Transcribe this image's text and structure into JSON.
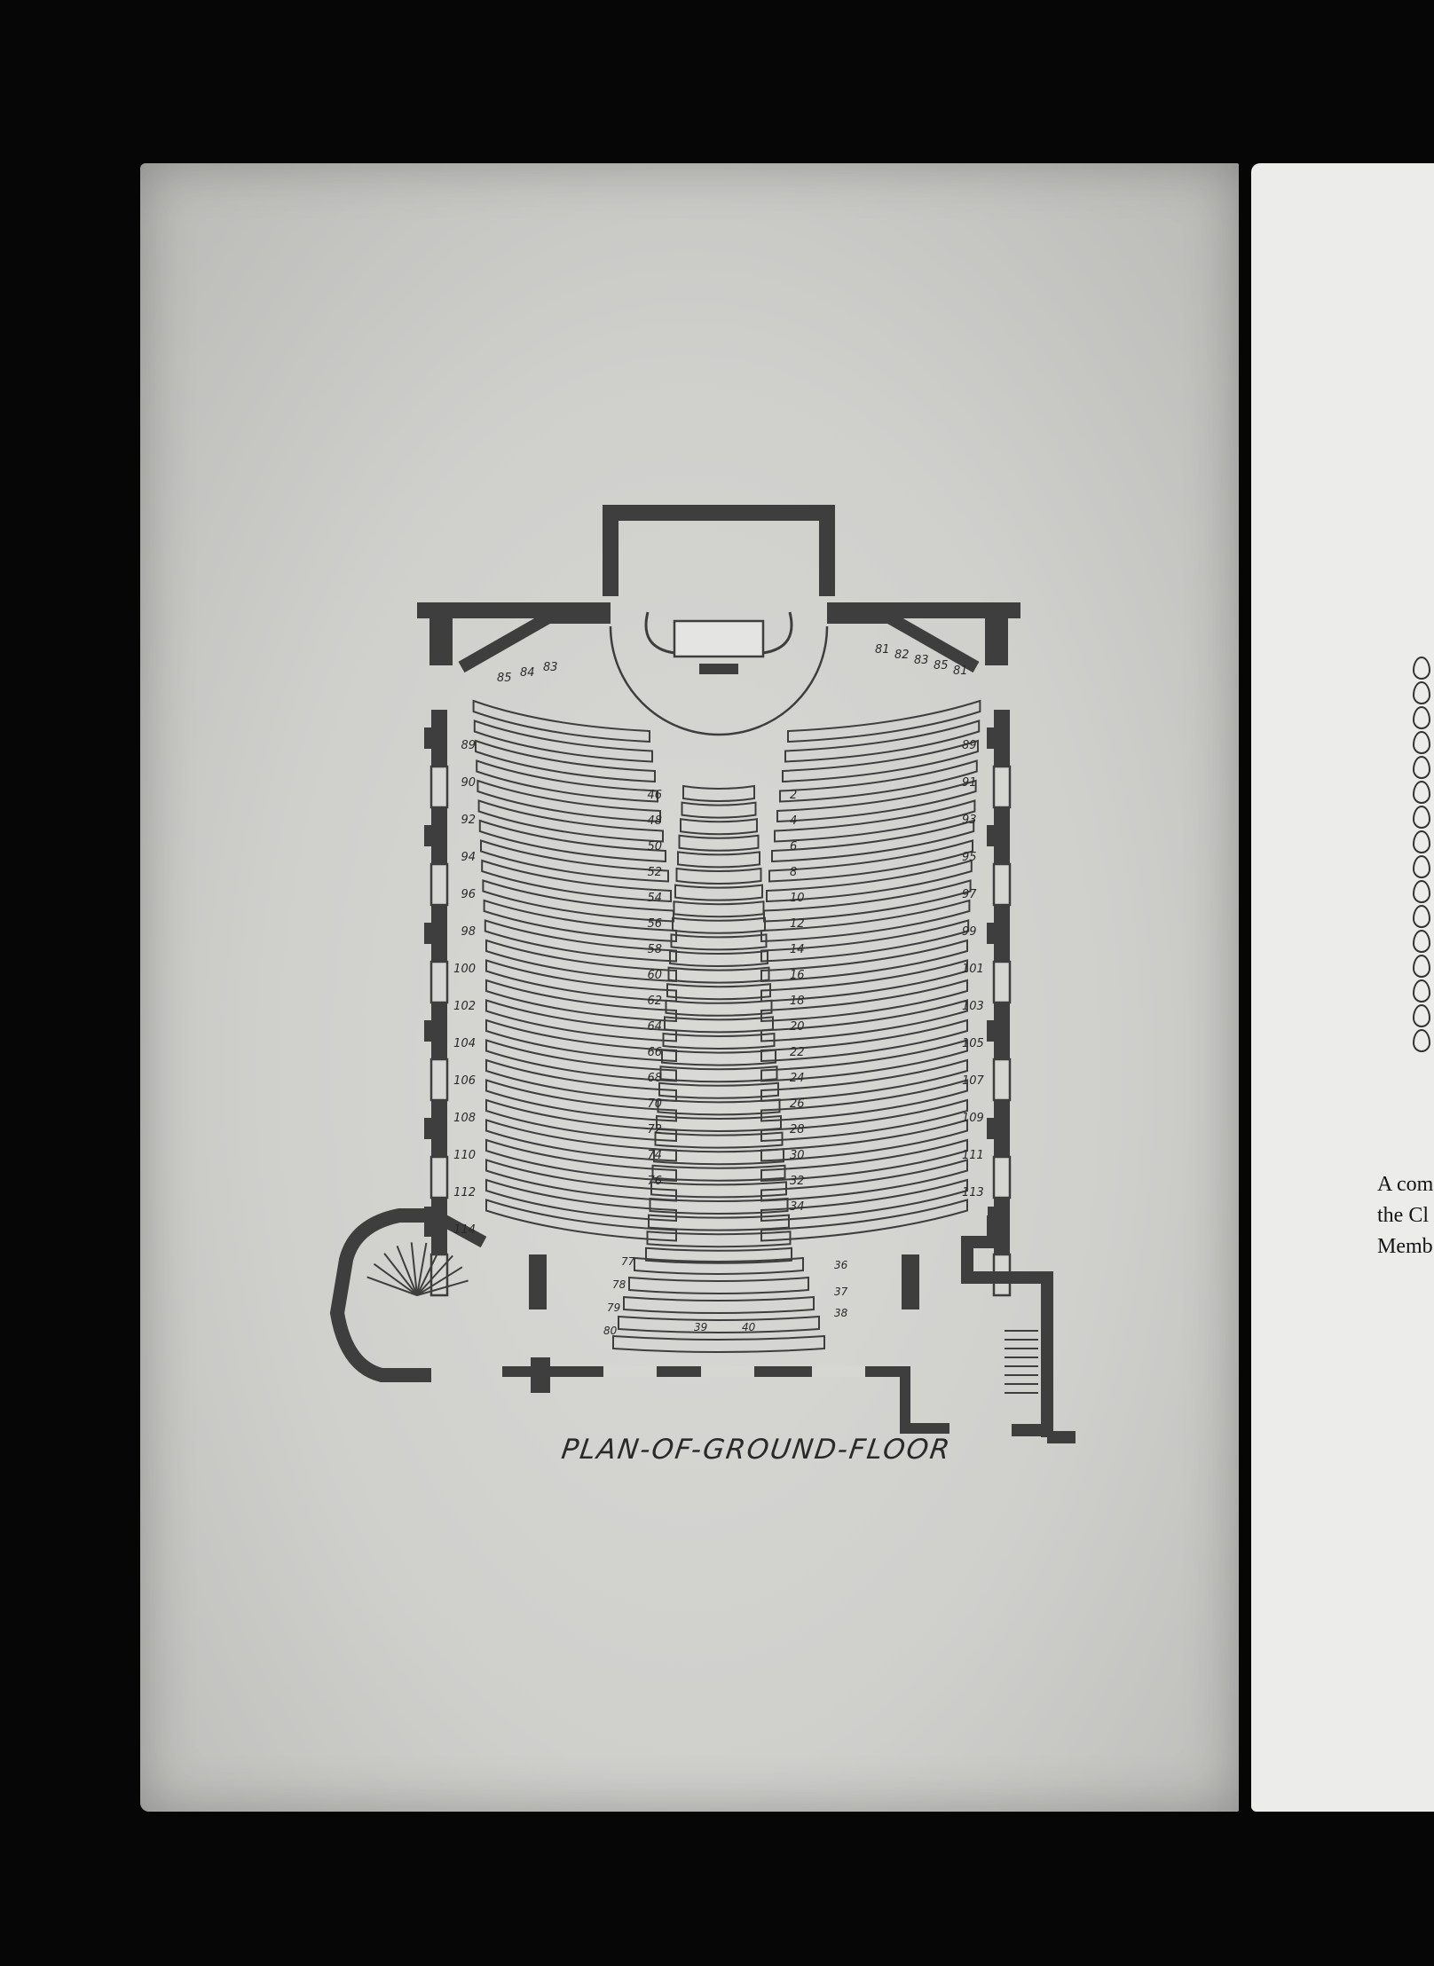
{
  "document": {
    "caption": "PLAN-OF-GROUND-FLOOR",
    "facing_page_fragments": [
      "A com",
      "the Cl",
      "Memb"
    ]
  },
  "colors": {
    "background": "#060606",
    "paper": "#d4d4d1",
    "ink": "#3e3e3e",
    "facing_paper": "#ececea"
  },
  "seat_numbers": {
    "left_outer": [
      "89",
      "90",
      "92",
      "94",
      "96",
      "98",
      "100",
      "102",
      "104",
      "106",
      "108",
      "110",
      "112",
      "114"
    ],
    "left_mid": [
      "46",
      "48",
      "50",
      "52",
      "54",
      "56",
      "58",
      "60",
      "62",
      "64",
      "66",
      "68",
      "70",
      "72",
      "74",
      "76"
    ],
    "right_inner": [
      "2",
      "4",
      "6",
      "8",
      "10",
      "12",
      "14",
      "16",
      "18",
      "20",
      "22",
      "24",
      "26",
      "28",
      "30",
      "32",
      "34"
    ],
    "right_outer": [
      "89",
      "91",
      "93",
      "95",
      "97",
      "99",
      "101",
      "103",
      "105",
      "107",
      "109",
      "111",
      "113"
    ],
    "top_left": [
      "85",
      "84",
      "83"
    ],
    "top_right": [
      "81",
      "82",
      "83",
      "85",
      "81"
    ],
    "bottom_center": [
      "77",
      "78",
      "79",
      "80",
      "39",
      "40",
      "38",
      "37",
      "36"
    ]
  }
}
